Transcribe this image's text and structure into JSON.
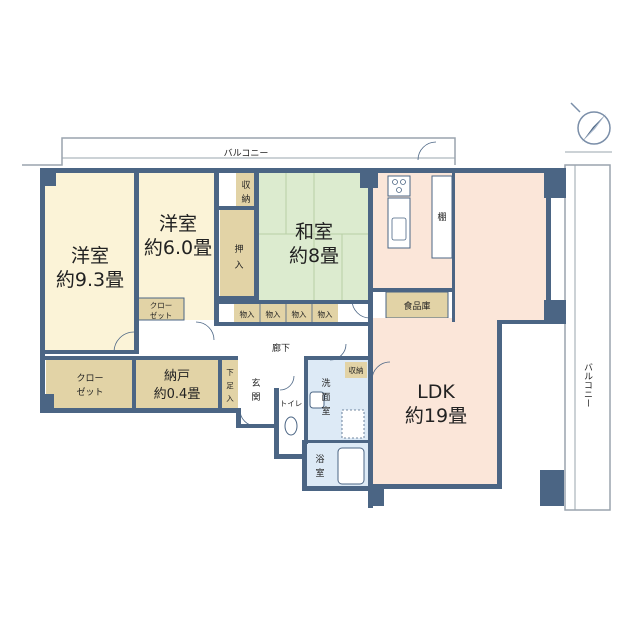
{
  "colors": {
    "wall": "#4b6584",
    "balcony_line": "#9aa4ae",
    "western_room": "#fbf3d7",
    "storage": "#e2d3a6",
    "japanese_room": "#dcebcf",
    "ldk": "#fbe6d9",
    "corridor": "#ffffff",
    "wet_area": "#ddeaf6"
  },
  "rooms": {
    "balcony_top": "バルコニー",
    "balcony_right": "バルコニー",
    "western_a_name": "洋室",
    "western_a_size": "約9.3畳",
    "western_b_name": "洋室",
    "western_b_size": "約6.0畳",
    "japanese_name": "和室",
    "japanese_size": "約8畳",
    "closet_a_line1": "クロー",
    "closet_a_line2": "ゼット",
    "closet_b_line1": "クロー",
    "closet_b_line2": "ゼット",
    "shuno_line1": "収",
    "shuno_line2": "納",
    "oshiire_line1": "押",
    "oshiire_line2": "入",
    "mono_1": "物入",
    "mono_2": "物入",
    "mono_3": "物入",
    "mono_4": "物入",
    "corridor": "廊下",
    "nando_name": "納戸",
    "nando_size": "約0.4畳",
    "getabako_line1": "下",
    "getabako_line2": "足",
    "getabako_line3": "入",
    "entrance_line1": "玄",
    "entrance_line2": "関",
    "toilet": "トイレ",
    "washroom_line1": "洗",
    "washroom_line2": "面",
    "washroom_line3": "室",
    "washroom_storage": "収納",
    "bath_line1": "浴",
    "bath_line2": "室",
    "shelf": "棚",
    "pantry": "食品庫",
    "ldk_name": "LDK",
    "ldk_size": "約19畳"
  },
  "compass_icon": "north-arrow"
}
